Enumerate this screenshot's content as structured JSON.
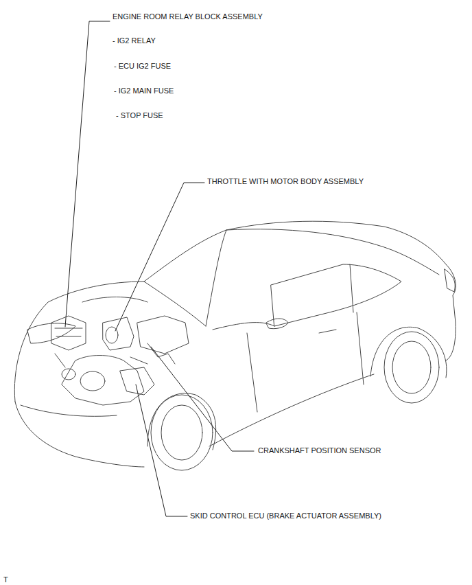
{
  "diagram": {
    "labels": [
      "ENGINE ROOM RELAY BLOCK ASSEMBLY",
      "- IG2 RELAY",
      "- ECU IG2 FUSE",
      "- IG2 MAIN FUSE",
      "- STOP FUSE",
      "THROTTLE WITH MOTOR BODY ASSEMBLY",
      "CRANKSHAFT POSITION SENSOR",
      "SKID CONTROL ECU (BRAKE ACTUATOR ASSEMBLY)",
      "T"
    ]
  }
}
